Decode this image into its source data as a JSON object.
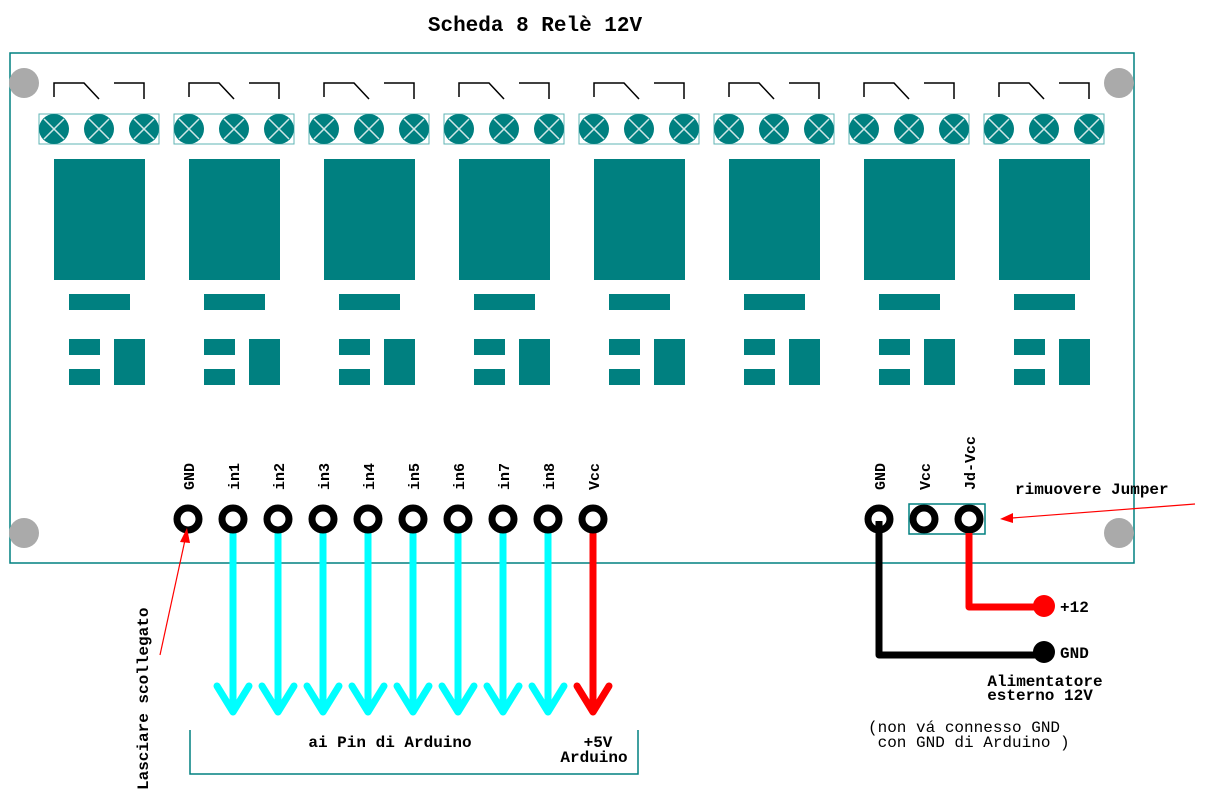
{
  "title": "Scheda 8 Relè 12V",
  "colors": {
    "board_outline": "#008080",
    "component_fill": "#008080",
    "mount_hole": "#aaaaaa",
    "signal_wire": "#00ffff",
    "power_wire": "#ff0000",
    "ground_wire": "#000000",
    "annotation_arrow": "#ff0000"
  },
  "relay_count": 8,
  "input_header": {
    "pins": [
      {
        "label": "GND",
        "wire": "none"
      },
      {
        "label": "in1",
        "wire": "signal"
      },
      {
        "label": "in2",
        "wire": "signal"
      },
      {
        "label": "in3",
        "wire": "signal"
      },
      {
        "label": "in4",
        "wire": "signal"
      },
      {
        "label": "in5",
        "wire": "signal"
      },
      {
        "label": "in6",
        "wire": "signal"
      },
      {
        "label": "in7",
        "wire": "signal"
      },
      {
        "label": "in8",
        "wire": "signal"
      },
      {
        "label": "Vcc",
        "wire": "power"
      }
    ]
  },
  "power_header": {
    "pins": [
      {
        "label": "GND"
      },
      {
        "label": "Vcc"
      },
      {
        "label": "Jd-Vcc"
      }
    ],
    "jumper_note": "rimuovere Jumper"
  },
  "annotations": {
    "leave_disconnected": "Lasciare scollegato",
    "arduino_pins": "ai Pin di Arduino",
    "arduino_5v_line1": "+5V",
    "arduino_5v_line2": "Arduino",
    "plus12": "+12",
    "gnd": "GND",
    "psu_line1": "Alimentatore",
    "psu_line2": "esterno 12V",
    "note_line1": "(non vá connesso GND",
    "note_line2": " con GND di Arduino )"
  }
}
